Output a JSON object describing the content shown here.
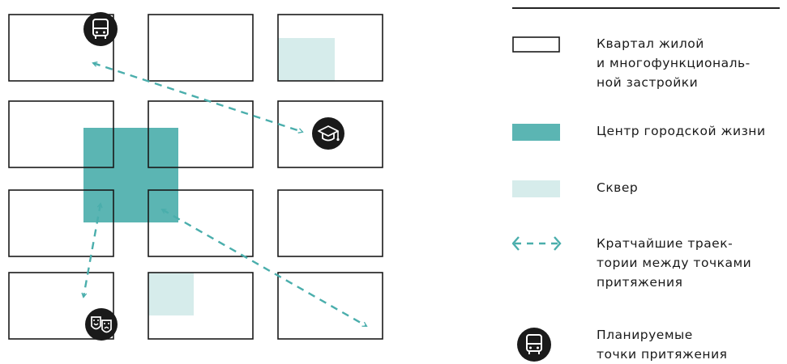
{
  "colors": {
    "block_stroke": "#1a1a1a",
    "center_fill": "#5bb5b3",
    "square_fill": "#d6eceb",
    "trajectory": "#4aaeac",
    "poi_circle": "#1a1a1a"
  },
  "map": {
    "points_of_attraction": [
      {
        "name": "bus-stop",
        "icon": "bus-icon"
      },
      {
        "name": "school",
        "icon": "graduation-cap-icon"
      },
      {
        "name": "theater",
        "icon": "theater-masks-icon"
      }
    ]
  },
  "legend": {
    "items": [
      {
        "id": "block",
        "swatch": "outlined-rectangle",
        "lines": [
          "Квартал жилой",
          "и многофункциональ-",
          "ной застройки"
        ]
      },
      {
        "id": "center",
        "swatch": "teal-rectangle",
        "lines": [
          "Центр городской жизни"
        ]
      },
      {
        "id": "square",
        "swatch": "light-teal-rectangle",
        "lines": [
          "Сквер"
        ]
      },
      {
        "id": "paths",
        "swatch": "dashed-double-arrow",
        "lines": [
          "Кратчайшие траек-",
          "тории между точками",
          "притяжения"
        ]
      },
      {
        "id": "poi",
        "swatch": "bus-icon",
        "lines": [
          "Планируемые",
          "точки притяжения"
        ]
      }
    ]
  }
}
